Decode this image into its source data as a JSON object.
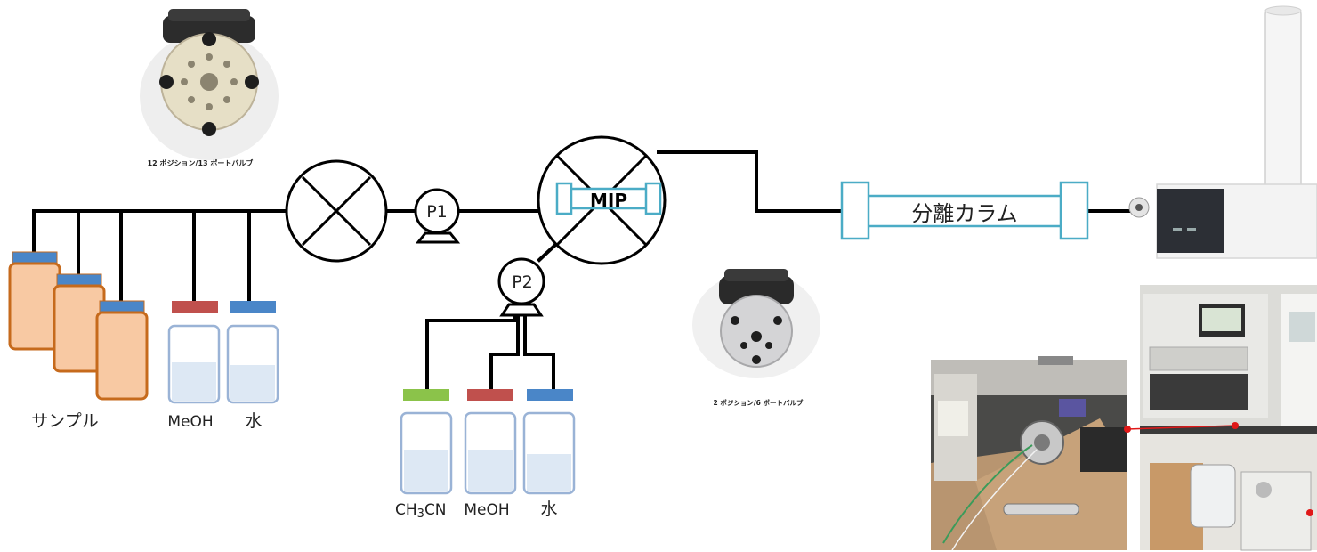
{
  "valve12": {
    "caption": "12 ポジション/13 ポートバルブ"
  },
  "valve6": {
    "caption": "2 ポジション/6 ポートバルブ"
  },
  "pumps": {
    "p1": "P1",
    "p2": "P2"
  },
  "mip": {
    "label": "MIP"
  },
  "column": {
    "label": "分離カラム"
  },
  "left_bottles": {
    "sample_label": "サンプル",
    "meoh_label": "MeOH",
    "water_label": "水"
  },
  "p2_bottles": {
    "acn_main": "CH",
    "acn_sub": "3",
    "acn_tail": "CN",
    "meoh_label": "MeOH",
    "water_label": "水"
  },
  "colors": {
    "sample_fill": "#f8c9a3",
    "sample_stroke": "#c66a1c",
    "cap_blue": "#4a86c8",
    "cap_red": "#c0504d",
    "cap_green": "#8bc34a",
    "bottle_stroke": "#9ab3d6",
    "bottle_liquid": "#dde8f4",
    "column_stroke": "#4bacc6"
  }
}
